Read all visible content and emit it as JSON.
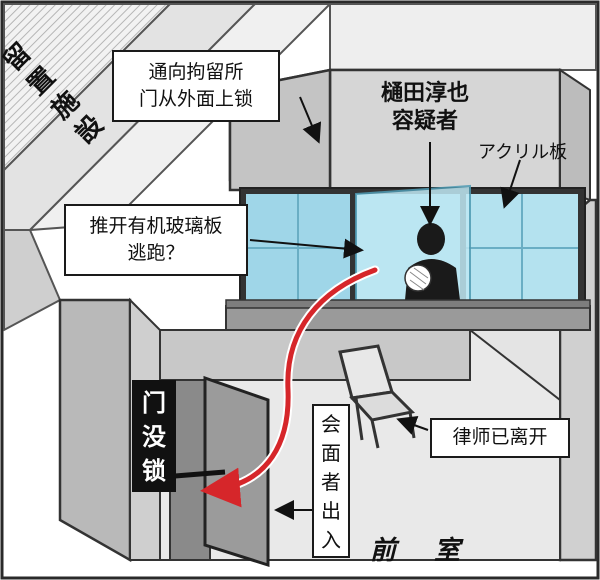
{
  "labels": {
    "facility": [
      "留",
      "置",
      "施",
      "設"
    ],
    "cell_door_note": [
      "通向拘留所",
      "门从外面上锁"
    ],
    "suspect": [
      "樋田淳也",
      "容疑者"
    ],
    "acrylic": "アクリル板",
    "escape": [
      "推开有机玻璃板",
      "逃跑？"
    ],
    "door_unlocked": [
      "门",
      "没",
      "锁"
    ],
    "visitor_entry": [
      "会",
      "面",
      "者",
      "出",
      "入"
    ],
    "lawyer_left": "律师已离开",
    "front_room": "前　室"
  },
  "colors": {
    "glass": "#a8dcec",
    "glass_dark": "#7cc3da",
    "wall_light": "#dcdcdc",
    "wall_mid": "#bdbdbd",
    "wall_dark": "#8e8e8e",
    "frame": "#333333",
    "escape_arrow": "#d6262a",
    "label_dark_bg": "#111111"
  }
}
